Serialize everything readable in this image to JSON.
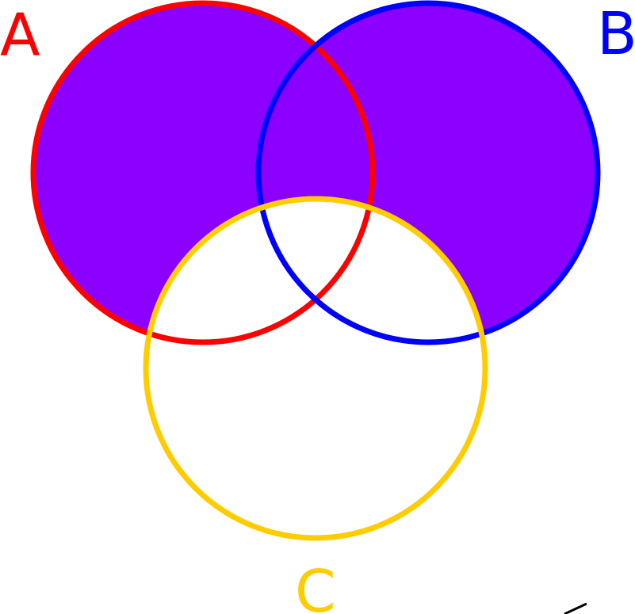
{
  "diagram": {
    "type": "venn",
    "highlighted_region": "(A ∪ B) \\ C",
    "fill_color": "#8b00ff",
    "background_color": "#ffffff",
    "sets": [
      {
        "id": "A",
        "label": "A",
        "color": "#ff0000"
      },
      {
        "id": "B",
        "label": "B",
        "color": "#0000ff"
      },
      {
        "id": "C",
        "label": "C",
        "color": "#ffcc00"
      }
    ]
  }
}
